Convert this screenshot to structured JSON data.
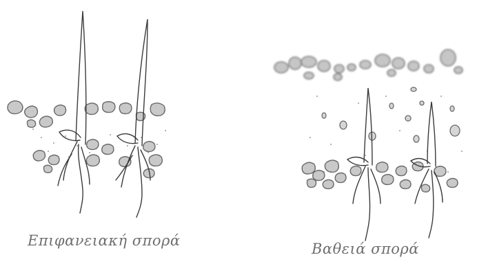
{
  "panels": [
    {
      "id": "shallow",
      "caption": "Επιφανειακή σπορά"
    },
    {
      "id": "deep",
      "caption": "Βαθειά σπορά"
    }
  ],
  "colors": {
    "line": "#3a3a3a",
    "stone_fill": "#c9c9c9",
    "stone_stroke": "#6a6a6a",
    "caption": "#6f6f6f"
  }
}
